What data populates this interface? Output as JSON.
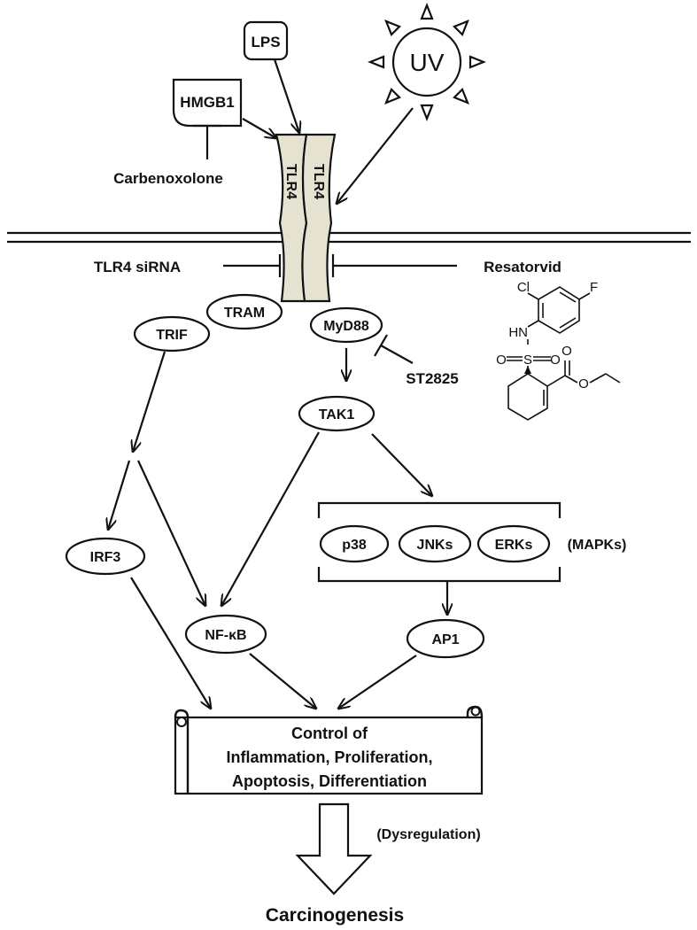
{
  "stimuli": {
    "lps": "LPS",
    "hmgb1": "HMGB1",
    "uv": "UV",
    "carbenoxolone": "Carbenoxolone"
  },
  "receptor": {
    "left": "TLR4",
    "right": "TLR4"
  },
  "inhibitors": {
    "sirna": "TLR4 siRNA",
    "resatorvid": "Resatorvid",
    "st2825": "ST2825"
  },
  "molecule": {
    "cl": "Cl",
    "f": "F",
    "hn": "HN",
    "s": "S",
    "o_left": "O",
    "o_right": "O",
    "o_carbonyl": "O",
    "o_ester": "O"
  },
  "adaptors": {
    "tram": "TRAM",
    "trif": "TRIF",
    "myd88": "MyD88"
  },
  "kinases": {
    "tak1": "TAK1",
    "p38": "p38",
    "jnks": "JNKs",
    "erks": "ERKs",
    "mapks": "(MAPKs)"
  },
  "factors": {
    "irf3": "IRF3",
    "nfkb": "NF-κB",
    "ap1": "AP1"
  },
  "outcome": {
    "line1": "Control of",
    "line2": "Inflammation, Proliferation,",
    "line3": "Apoptosis, Differentiation",
    "dysregulation": "(Dysregulation)",
    "result": "Carcinogenesis"
  }
}
